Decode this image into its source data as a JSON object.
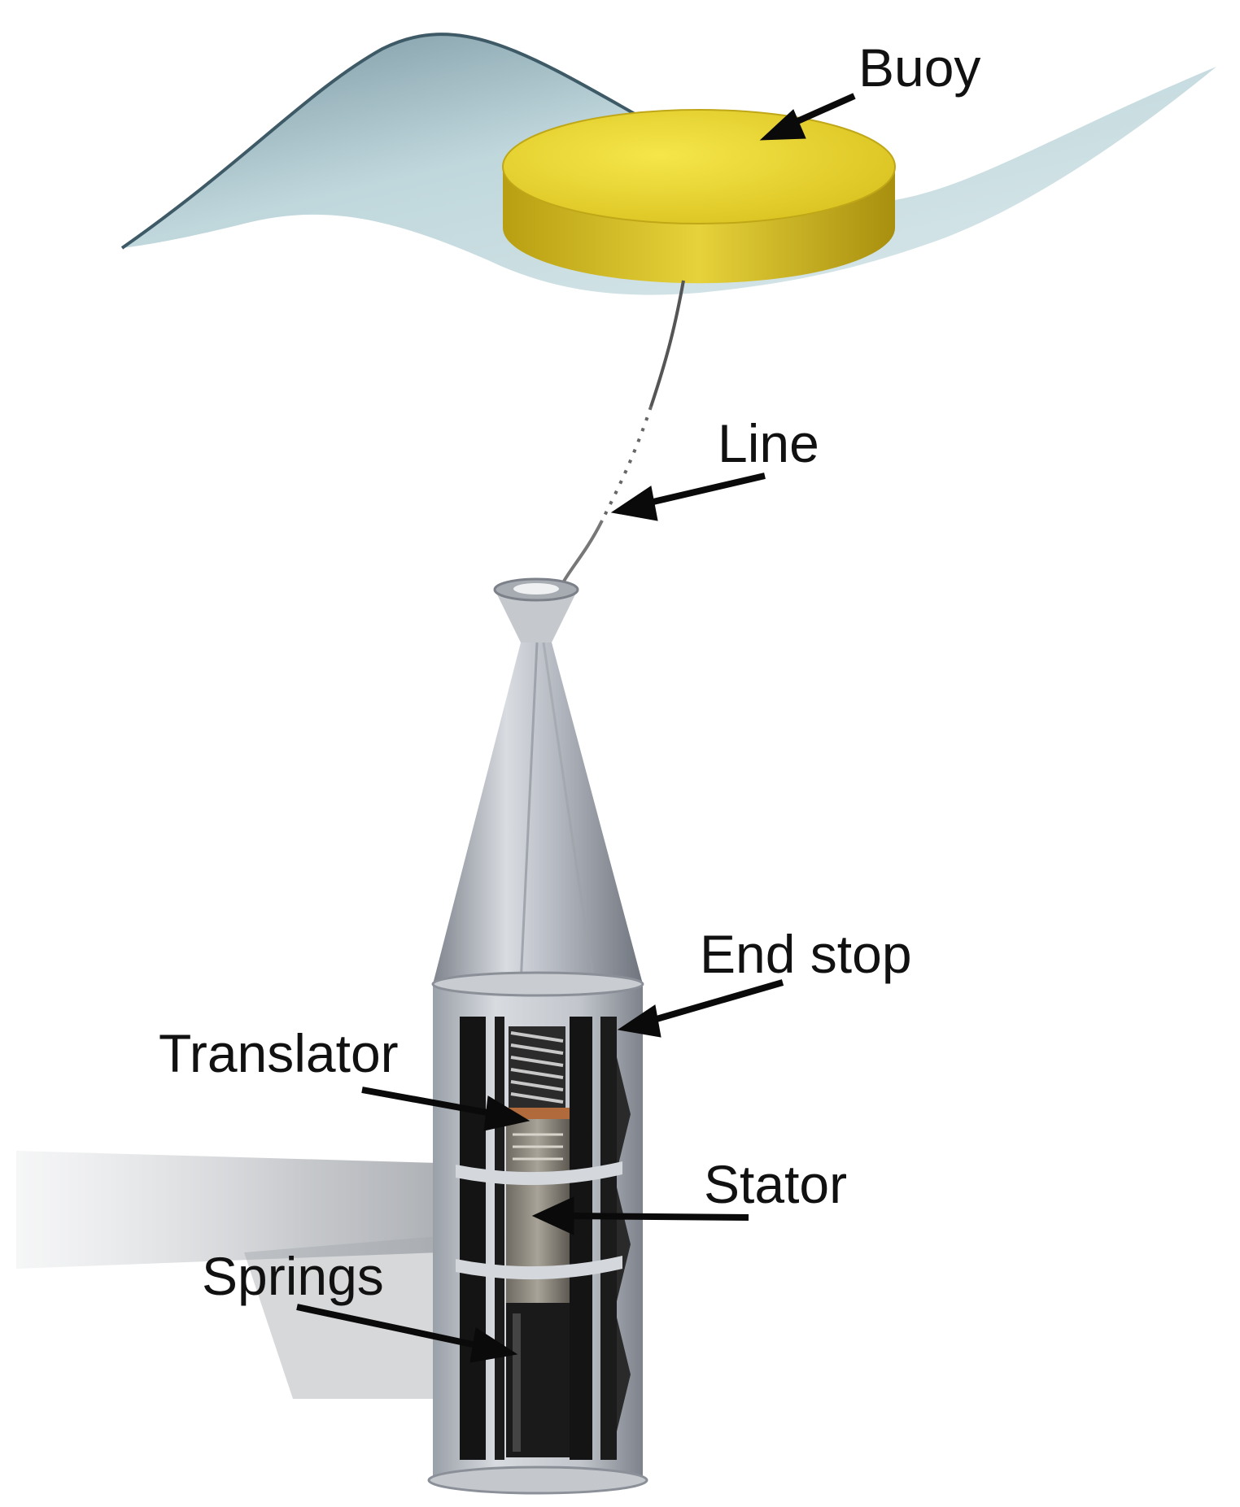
{
  "labels": {
    "buoy": "Buoy",
    "line": "Line",
    "end_stop": "End stop",
    "translator": "Translator",
    "stator": "Stator",
    "springs": "Springs"
  },
  "colors": {
    "buoy_top": "#e8d430",
    "buoy_side": "#c9b01a",
    "water": "#b7d3d6",
    "housing": "#b8bcc4",
    "housing_dark": "#8e939c",
    "interior_black": "#141414",
    "arrow": "#0a0a0a"
  }
}
